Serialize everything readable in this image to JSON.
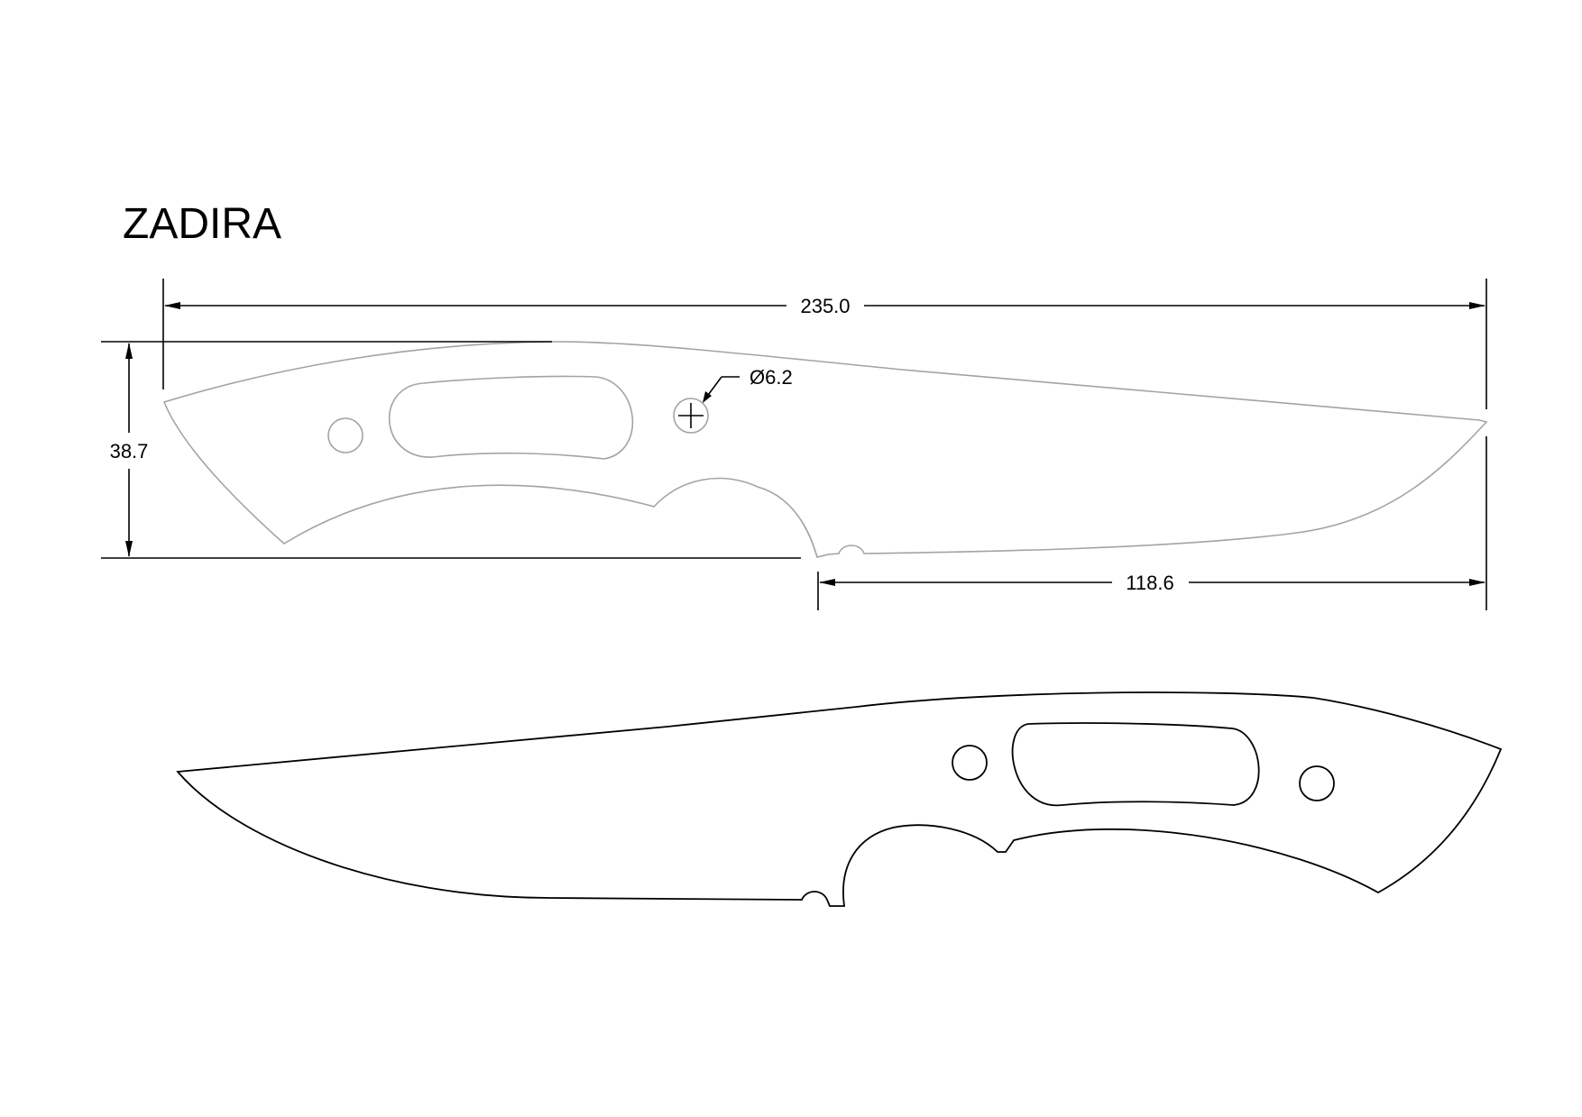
{
  "title": "ZADIRA",
  "dimensions": {
    "overall_length": "235.0",
    "height": "38.7",
    "blade_length": "118.6",
    "hole_diameter": "Ø6.2"
  },
  "colors": {
    "drawing_ink": "#000000",
    "template_outline": "#a3a3a3",
    "background": "#ffffff"
  }
}
